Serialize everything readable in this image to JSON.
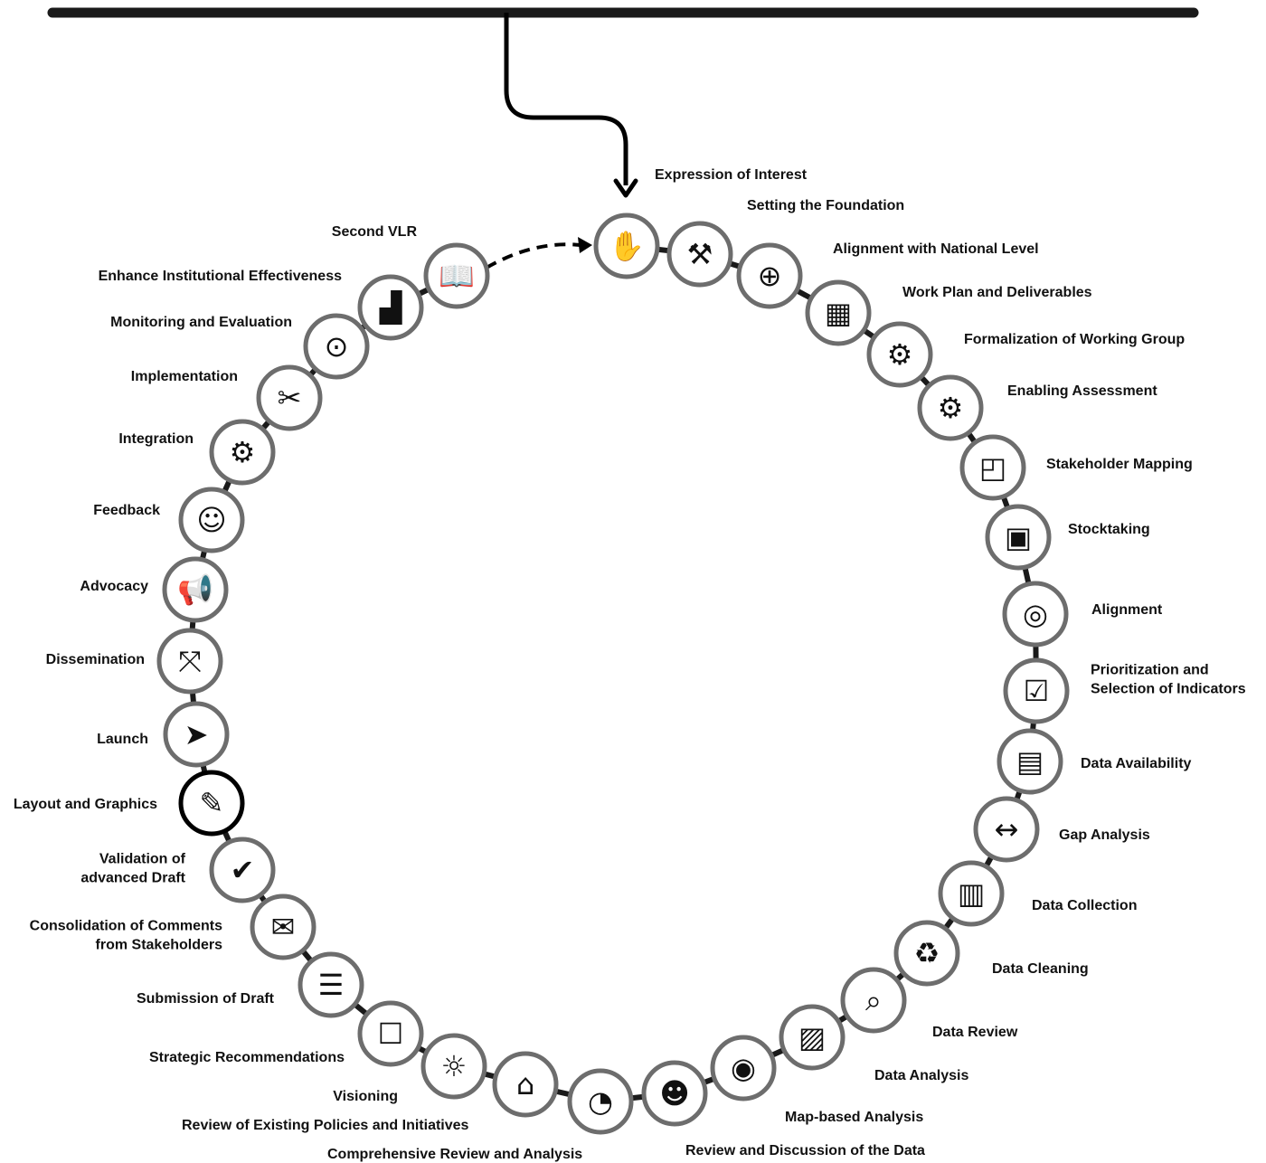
{
  "colors": {
    "ring": "#6d6d6d",
    "highlight": "#000000",
    "line": "#1a1a1a",
    "text": "#111111"
  },
  "steps": [
    {
      "label": [
        "Expression of Interest"
      ],
      "icon": "raised-hands-icon",
      "glyph": "✋"
    },
    {
      "label": [
        "Setting the Foundation"
      ],
      "icon": "trowel-bricks-icon",
      "glyph": "⚒"
    },
    {
      "label": [
        "Alignment with National Level"
      ],
      "icon": "crosshair-overlap-icon",
      "glyph": "⊕"
    },
    {
      "label": [
        "Work Plan and Deliverables"
      ],
      "icon": "calendar-icon",
      "glyph": "▦"
    },
    {
      "label": [
        "Formalization of Working Group"
      ],
      "icon": "team-gear-icon",
      "glyph": "⚙"
    },
    {
      "label": [
        "Enabling Assessment"
      ],
      "icon": "gear-tools-icon",
      "glyph": "⚙"
    },
    {
      "label": [
        "Stakeholder Mapping"
      ],
      "icon": "map-route-icon",
      "glyph": "◰"
    },
    {
      "label": [
        "Stocktaking"
      ],
      "icon": "boxes-inventory-icon",
      "glyph": "▣"
    },
    {
      "label": [
        "Alignment"
      ],
      "icon": "target-sliders-icon",
      "glyph": "◎"
    },
    {
      "label": [
        "Prioritization and",
        "Selection of Indicators"
      ],
      "icon": "checkbox-icon",
      "glyph": "☑"
    },
    {
      "label": [
        "Data Availability"
      ],
      "icon": "spreadsheet-icon",
      "glyph": "▤"
    },
    {
      "label": [
        "Gap Analysis"
      ],
      "icon": "arrows-gap-icon",
      "glyph": "↔"
    },
    {
      "label": [
        "Data Collection"
      ],
      "icon": "documents-tray-icon",
      "glyph": "▥"
    },
    {
      "label": [
        "Data Cleaning"
      ],
      "icon": "trash-broom-icon",
      "glyph": "♻"
    },
    {
      "label": [
        "Data Review"
      ],
      "icon": "magnifier-document-icon",
      "glyph": "⌕"
    },
    {
      "label": [
        "Data Analysis"
      ],
      "icon": "monitor-chart-icon",
      "glyph": "▨"
    },
    {
      "label": [
        "Map-based Analysis"
      ],
      "icon": "map-pin-radar-icon",
      "glyph": "◉"
    },
    {
      "label": [
        "Review and Discussion of the Data"
      ],
      "icon": "people-discussion-icon",
      "glyph": "☻"
    },
    {
      "label": [
        "Comprehensive Review and Analysis"
      ],
      "icon": "report-pie-icon",
      "glyph": "◔"
    },
    {
      "label": [
        "Review of Existing Policies and Initiatives"
      ],
      "icon": "government-building-icon",
      "glyph": "⌂"
    },
    {
      "label": [
        "Visioning"
      ],
      "icon": "eye-sunburst-icon",
      "glyph": "☼"
    },
    {
      "label": [
        "Strategic Recommendations"
      ],
      "icon": "hand-box-icon",
      "glyph": "☐"
    },
    {
      "label": [
        "Submission of Draft"
      ],
      "icon": "document-list-icon",
      "glyph": "☰"
    },
    {
      "label": [
        "Consolidation of Comments",
        "from Stakeholders"
      ],
      "icon": "comment-bubble-icon",
      "glyph": "✉"
    },
    {
      "label": [
        "Validation of",
        "advanced Draft"
      ],
      "icon": "check-bubble-icon",
      "glyph": "✔"
    },
    {
      "label": [
        "Layout and Graphics"
      ],
      "icon": "design-tools-icon",
      "glyph": "✎"
    },
    {
      "label": [
        "Launch"
      ],
      "icon": "paper-plane-icon",
      "glyph": "➤"
    },
    {
      "label": [
        "Dissemination"
      ],
      "icon": "chart-broadcast-icon",
      "glyph": "⤧"
    },
    {
      "label": [
        "Advocacy"
      ],
      "icon": "megaphone-icon",
      "glyph": "📢"
    },
    {
      "label": [
        "Feedback"
      ],
      "icon": "feedback-faces-icon",
      "glyph": "☺"
    },
    {
      "label": [
        "Integration"
      ],
      "icon": "gears-icon",
      "glyph": "⚙"
    },
    {
      "label": [
        "Implementation"
      ],
      "icon": "wrench-screwdriver-icon",
      "glyph": "✂"
    },
    {
      "label": [
        "Monitoring and Evaluation"
      ],
      "icon": "magnifier-eye-icon",
      "glyph": "⊙"
    },
    {
      "label": [
        "Enhance Institutional Effectiveness"
      ],
      "icon": "staircase-people-icon",
      "glyph": "▟"
    },
    {
      "label": [
        "Second VLR"
      ],
      "icon": "open-book-icon",
      "glyph": "📖"
    }
  ]
}
